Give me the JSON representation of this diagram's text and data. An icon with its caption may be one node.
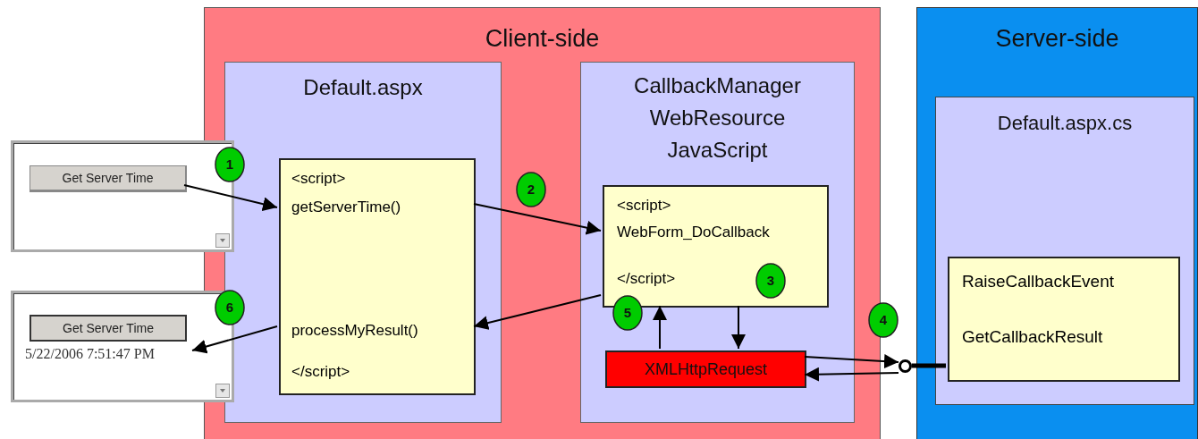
{
  "diagram": {
    "nodes": [
      {
        "text": [
          "Client-side"
        ]
      },
      {
        "text": [
          "Default.aspx"
        ],
        "in": 0
      },
      {
        "text": [
          "<script>",
          "getServerTime()",
          "processMyResult()",
          "</script>"
        ],
        "in": 1
      },
      {
        "text": [
          "CallbackManager WebResource JavaScript"
        ],
        "in": 0
      },
      {
        "text": [
          "<script>",
          "WebForm_DoCallback",
          "</script>"
        ],
        "in": 3
      },
      {
        "text": [
          "XMLHttpRequest"
        ],
        "in": 3
      },
      {
        "text": [
          "Server-side"
        ]
      },
      {
        "text": [
          "Default.aspx.cs"
        ],
        "in": 6
      },
      {
        "text": [
          "RaiseCallbackEvent",
          "GetCallbackResult"
        ],
        "in": 7
      },
      {
        "text": [],
        "shape": "box"
      },
      {
        "text": [
          "Get Server Time"
        ],
        "in": 9
      },
      {
        "text": [],
        "shape": "box"
      },
      {
        "text": [
          "Get Server Time"
        ],
        "in": 11
      },
      {
        "text": [
          "5/22/2006 7:51:47 PM"
        ],
        "in": 11
      },
      {
        "text": [],
        "shape": "circle"
      },
      {
        "text": [
          "1"
        ],
        "in": 0
      },
      {
        "text": [
          "2"
        ],
        "in": 0
      },
      {
        "text": [
          "3"
        ],
        "in": 4
      },
      {
        "text": [
          "4"
        ]
      },
      {
        "text": [
          "5"
        ],
        "in": 3
      },
      {
        "text": [
          "6"
        ],
        "in": 0
      }
    ],
    "edges": [
      {
        "from": 10,
        "to": 2,
        "arrow": "to"
      },
      {
        "from": 2,
        "to": 4,
        "arrow": "to"
      },
      {
        "from": 4,
        "to": 5,
        "arrow": "to"
      },
      {
        "from": 5,
        "to": 4,
        "arrow": "to"
      },
      {
        "from": 4,
        "to": 2,
        "arrow": "to"
      },
      {
        "from": 2,
        "to": 13,
        "arrow": "to"
      },
      {
        "from": 5,
        "to": 14,
        "arrow": "to"
      },
      {
        "from": 14,
        "to": 5,
        "arrow": "to"
      },
      {
        "from": 14,
        "to": 8,
        "arrow": "none",
        "style": "thick"
      }
    ]
  }
}
